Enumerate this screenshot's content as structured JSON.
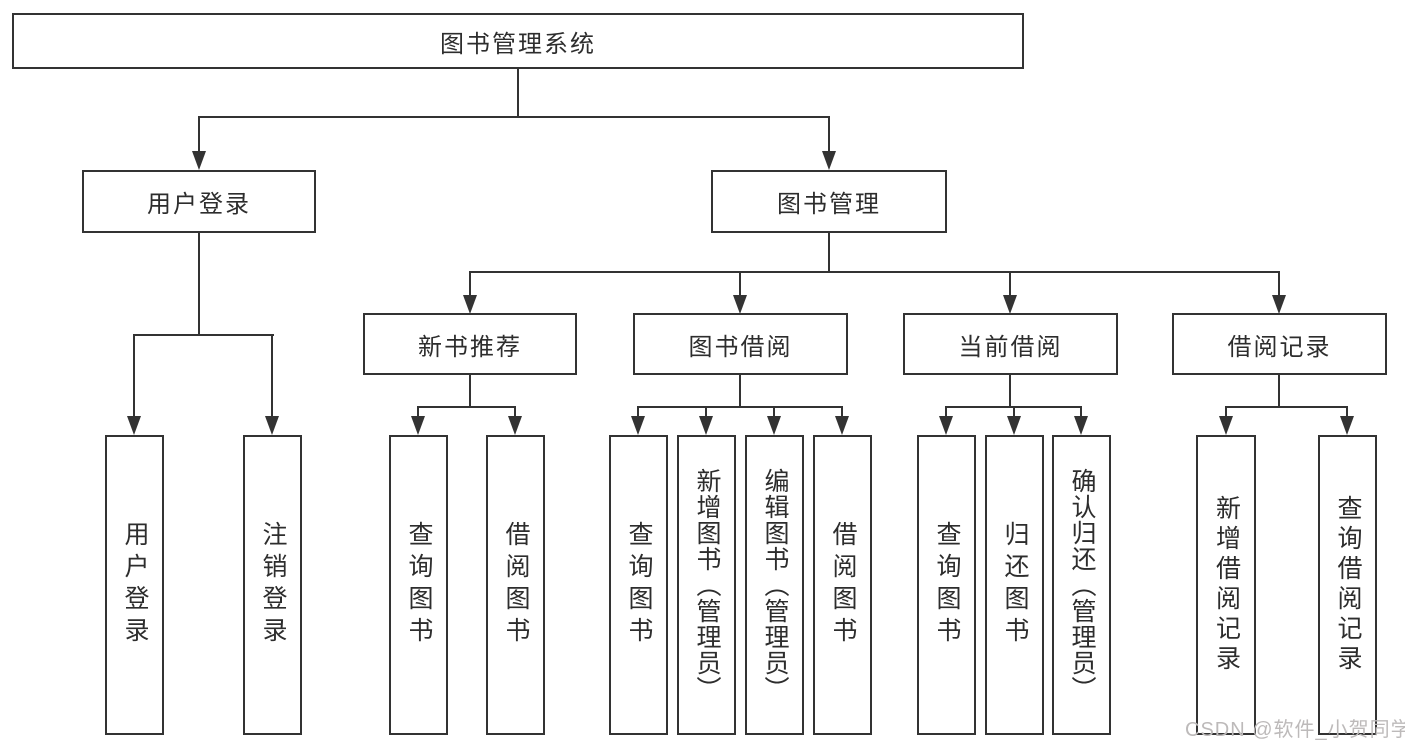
{
  "page": {
    "background": "#ffffff"
  },
  "colors": {
    "line": "#333333",
    "box_border": "#333333",
    "text": "#2d2d2d",
    "watermark": "#bdbaba"
  },
  "watermark": {
    "text": "CSDN @软件_小贺同学"
  },
  "tree": {
    "root": {
      "label": "图书管理系统",
      "children": [
        {
          "label": "用户登录",
          "children": [
            {
              "label": "用户登录"
            },
            {
              "label": "注销登录"
            }
          ]
        },
        {
          "label": "图书管理",
          "children": [
            {
              "label": "新书推荐",
              "children": [
                {
                  "label": "查询图书"
                },
                {
                  "label": "借阅图书"
                }
              ]
            },
            {
              "label": "图书借阅",
              "children": [
                {
                  "label": "查询图书"
                },
                {
                  "label": "新增图书（管理员）"
                },
                {
                  "label": "编辑图书（管理员）"
                },
                {
                  "label": "借阅图书"
                }
              ]
            },
            {
              "label": "当前借阅",
              "children": [
                {
                  "label": "查询图书"
                },
                {
                  "label": "归还图书"
                },
                {
                  "label": "确认归还（管理员）"
                }
              ]
            },
            {
              "label": "借阅记录",
              "children": [
                {
                  "label": "新增借阅记录"
                },
                {
                  "label": "查询借阅记录"
                }
              ]
            }
          ]
        }
      ]
    }
  }
}
